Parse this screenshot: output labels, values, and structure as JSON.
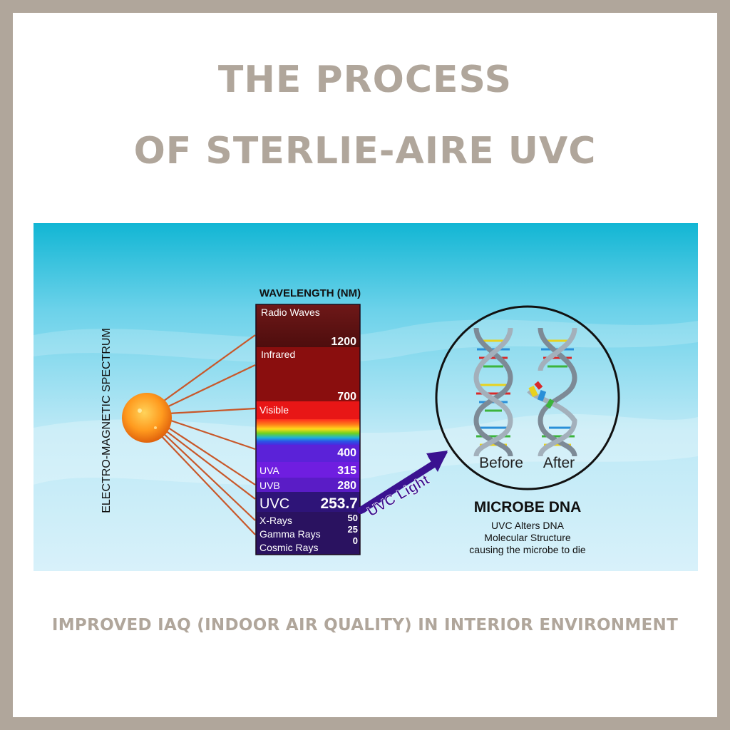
{
  "title": {
    "line1": "THE PROCESS",
    "line2": "OF STERLIE-AIRE UVC"
  },
  "footer": "IMPROVED IAQ (INDOOR AIR QUALITY) IN INTERIOR ENVIRONMENT",
  "diagram": {
    "spectrum_label": "ELECTRO-MAGNETIC SPECTRUM",
    "wavelength_header": "WAVELENGTH (NM)",
    "bands": {
      "radio": "Radio Waves",
      "infrared": "Infrared",
      "visible": "Visible",
      "uva": "UVA",
      "uvb": "UVB",
      "uvc": "UVC",
      "xrays": "X-Rays",
      "gamma": "Gamma Rays",
      "cosmic": "Cosmic Rays"
    },
    "values": {
      "v1200": "1200",
      "v700": "700",
      "v400": "400",
      "v315": "315",
      "v280": "280",
      "v2537": "253.7",
      "v50": "50",
      "v25": "25",
      "v0": "0"
    },
    "arrow_label": "UVC Light",
    "dna": {
      "before": "Before",
      "after": "After",
      "title": "MICROBE DNA",
      "desc1": "UVC Alters DNA",
      "desc2": "Molecular Structure",
      "desc3": "causing the microbe to die"
    },
    "colors": {
      "frame": "#b0a69b",
      "sky_top": "#12b6d4",
      "sky_bottom": "#d8f1fa",
      "uvc_arrow": "#3a1290"
    }
  }
}
